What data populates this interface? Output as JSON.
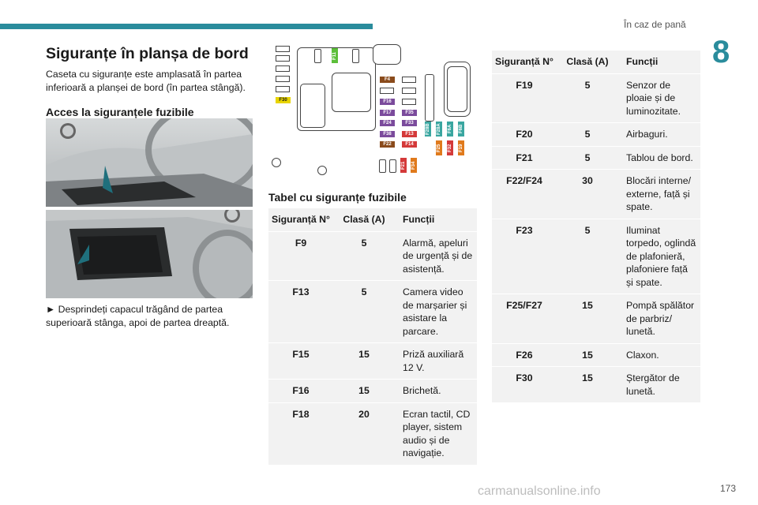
{
  "header": {
    "section_title": "În caz de pană",
    "chapter_number": "8",
    "page_number": "173"
  },
  "intro": {
    "title": "Siguranțe în planșa de bord",
    "paragraph": "Caseta cu siguranțe este amplasată în partea inferioară a planșei de bord (în partea stângă).",
    "subtitle": "Acces la siguranțele fuzibile",
    "step": "► Desprindeți capacul trăgând de partea superioară stânga, apoi de partea dreaptă."
  },
  "diagram": {
    "labels": {
      "F30": "F30",
      "F11": "F11",
      "F4": "F4",
      "F16": "F16",
      "F17": "F17",
      "F24": "F24",
      "F38": "F38",
      "F22": "F22",
      "F35": "F35",
      "F33": "F33",
      "F13": "F13",
      "F14": "F14",
      "F28B": "F28B",
      "F28A": "F28A",
      "F6A": "F6A",
      "F6B": "F6B",
      "F25": "F25",
      "F32": "F32",
      "F19": "F19",
      "F21": "F21",
      "F34": "F34"
    },
    "colors": {
      "yellow": "#e8d400",
      "green": "#5cbf3a",
      "brown": "#8a4b1c",
      "purple": "#7b4b9c",
      "teal": "#3aa6a0",
      "red": "#d43a3a",
      "orange": "#e07a1c"
    }
  },
  "table": {
    "title": "Tabel cu siguranțe fuzibile",
    "headers": {
      "fuse": "Siguranță N°",
      "class": "Clasă (A)",
      "functions": "Funcții"
    },
    "rows_left": [
      {
        "fuse": "F9",
        "class": "5",
        "func": "Alarmă, apeluri de urgență și de asistență."
      },
      {
        "fuse": "F13",
        "class": "5",
        "func": "Camera video de marșarier și asistare la parcare."
      },
      {
        "fuse": "F15",
        "class": "15",
        "func": "Priză auxiliară 12 V."
      },
      {
        "fuse": "F16",
        "class": "15",
        "func": "Brichetă."
      },
      {
        "fuse": "F18",
        "class": "20",
        "func": "Ecran tactil, CD player, sistem audio și de navigație."
      }
    ],
    "rows_right": [
      {
        "fuse": "F19",
        "class": "5",
        "func": "Senzor de ploaie și de luminozitate."
      },
      {
        "fuse": "F20",
        "class": "5",
        "func": "Airbaguri."
      },
      {
        "fuse": "F21",
        "class": "5",
        "func": "Tablou de bord."
      },
      {
        "fuse": "F22/F24",
        "class": "30",
        "func": "Blocări interne/ externe, față și spate."
      },
      {
        "fuse": "F23",
        "class": "5",
        "func": "Iluminat torpedo, oglindă de plafonieră, plafoniere față și spate."
      },
      {
        "fuse": "F25/F27",
        "class": "15",
        "func": "Pompă spălător de parbriz/ lunetă."
      },
      {
        "fuse": "F26",
        "class": "15",
        "func": "Claxon."
      },
      {
        "fuse": "F30",
        "class": "15",
        "func": "Ștergător de lunetă."
      }
    ]
  },
  "watermark": "carmanualsonline.info"
}
